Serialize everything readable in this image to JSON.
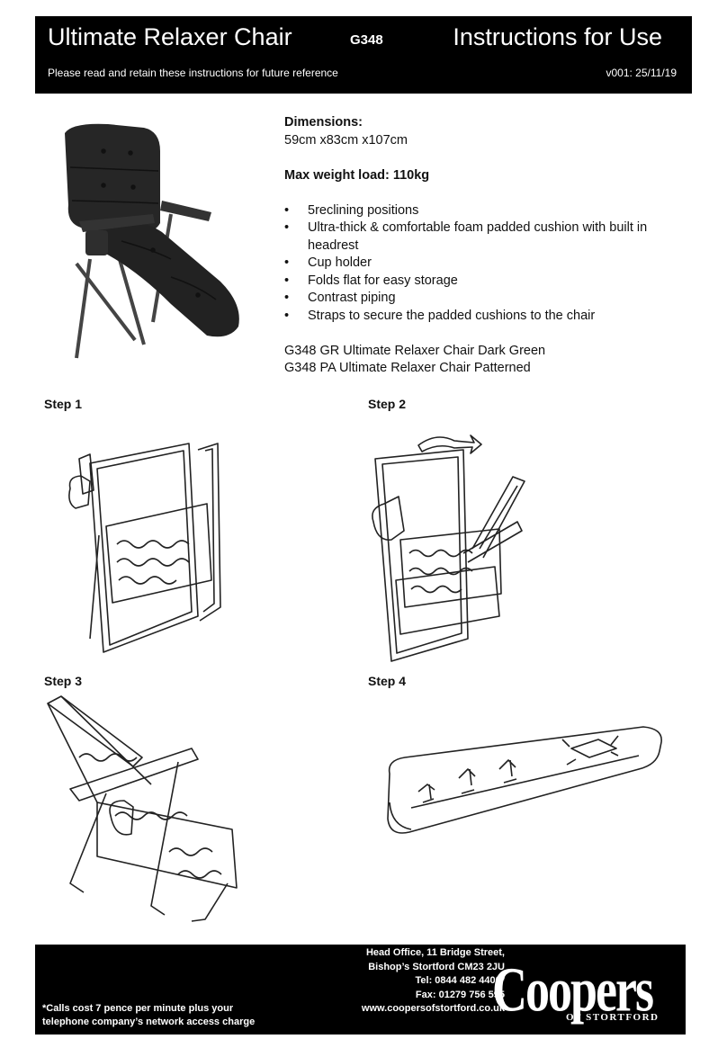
{
  "header": {
    "title": "Ultimate Relaxer Chair",
    "code": "G348",
    "instructions": "Instructions for Use",
    "subtitle": "Please read and retain these instructions for future reference",
    "version": "v001: 25/11/19"
  },
  "specs": {
    "dimensions_label": "Dimensions:",
    "dimensions_value": "59cm x83cm x107cm",
    "max_weight": "Max weight load: 110kg",
    "features": [
      "5reclining positions",
      "Ultra-thick & comfortable foam padded cushion with built in headrest",
      "Cup holder",
      "Folds flat for easy storage",
      "Contrast piping",
      "Straps to secure the padded cushions to the chair"
    ],
    "variants": [
      "G348 GR Ultimate Relaxer Chair Dark Green",
      "G348 PA Ultimate Relaxer Chair Patterned"
    ]
  },
  "steps": [
    "Step 1",
    "Step 2",
    "Step 3",
    "Step 4"
  ],
  "footer": {
    "address_lines": [
      "Head Office, 11 Bridge Street,",
      "Bishop’s Stortford  CM23 2JU",
      "Tel: 0844 482 4400*",
      "Fax: 01279 756 595",
      "www.coopersofstortford.co.uk"
    ],
    "note_lines": [
      "*Calls cost 7 pence per minute plus your",
      "telephone company’s  network access charge"
    ],
    "brand": "Coopers",
    "brand_sub": "OF STORTFORD"
  },
  "colors": {
    "header_bg": "#000000",
    "chair_fabric": "#2a2a2a"
  }
}
